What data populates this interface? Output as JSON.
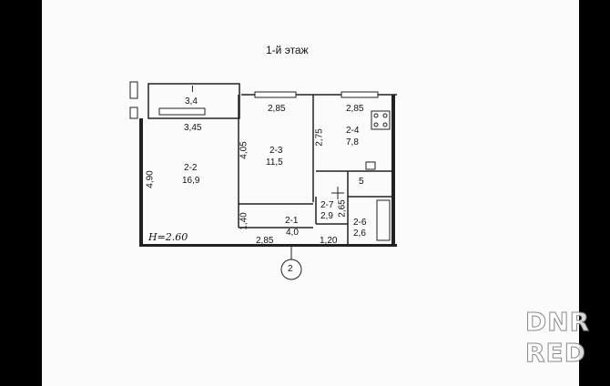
{
  "plan": {
    "title": "1-й этаж",
    "axis_marker": "2",
    "ceiling_height": "H=2.60",
    "rooms": [
      {
        "id": "I",
        "area": "3,4"
      },
      {
        "id": "2-2",
        "area": "16,9"
      },
      {
        "id": "2-3",
        "area": "11,5"
      },
      {
        "id": "2-4",
        "area": "7,8"
      },
      {
        "id": "5",
        "area": ""
      },
      {
        "id": "2-7",
        "area": "2,9"
      },
      {
        "id": "2-6",
        "area": "2,6"
      },
      {
        "id": "2-1",
        "area": "4,0"
      }
    ],
    "dimensions": {
      "balcony_width": "3,45",
      "room23_width": "2,85",
      "room24_width": "2,85",
      "room22_height": "4,90",
      "room23_height": "4,05",
      "room24_height": "2,75",
      "hall_height": "1,40",
      "room27_height": "2,65",
      "hall_width": "2,85",
      "corridor_width": "1,20"
    }
  },
  "watermark": {
    "line1": "DNR",
    "line2": "RED"
  }
}
